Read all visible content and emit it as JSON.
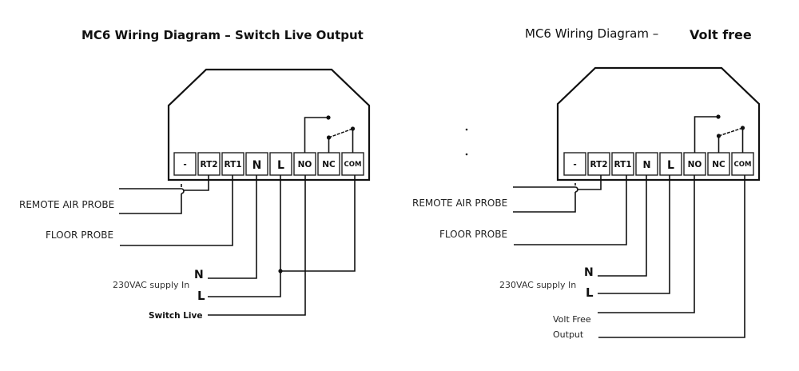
{
  "diagrams": [
    {
      "title": "MC6 Wiring Diagram – Switch Live Output",
      "terminals": [
        "-",
        "RT2",
        "RT1",
        "N",
        "L",
        "NO",
        "NC",
        "COM"
      ],
      "labels": {
        "remote_air_probe": "REMOTE AIR PROBE",
        "floor_probe": "FLOOR PROBE",
        "supply": "230VAC supply In",
        "n": "N",
        "l": "L",
        "output": "Switch Live"
      }
    },
    {
      "title_part1": "MC6 Wiring Diagram –",
      "title_part2": "Volt free",
      "terminals": [
        "-",
        "RT2",
        "RT1",
        "N",
        "L",
        "NO",
        "NC",
        "COM"
      ],
      "labels": {
        "remote_air_probe": "REMOTE AIR PROBE",
        "floor_probe": "FLOOR PROBE",
        "supply": "230VAC supply In",
        "n": "N",
        "l": "L",
        "output_line1": "Volt Free",
        "output_line2": "Output"
      }
    }
  ]
}
